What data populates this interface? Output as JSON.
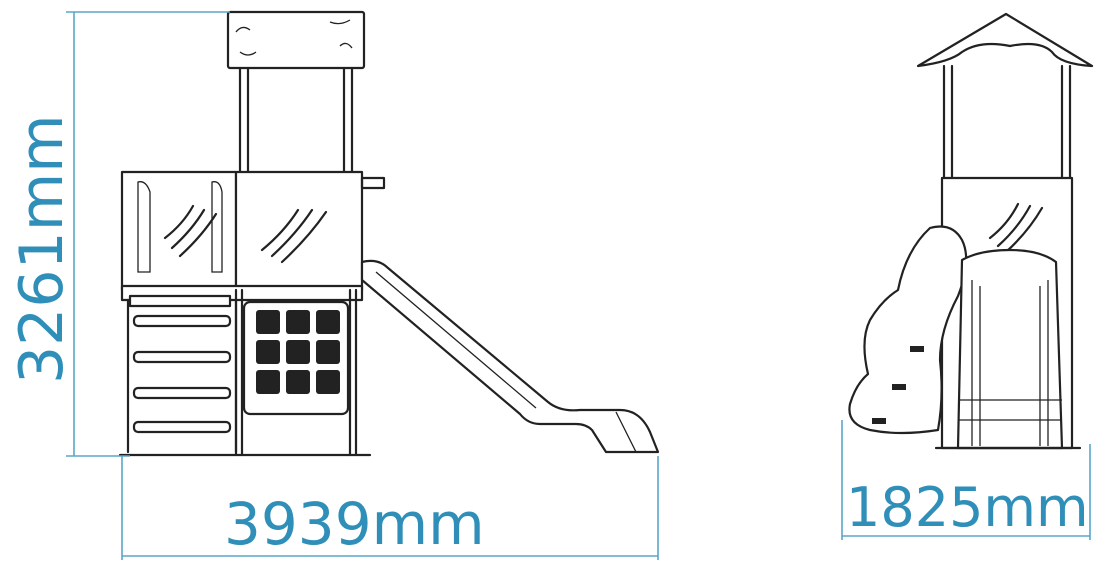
{
  "dimensions": {
    "height_label": "3261mm",
    "width_label": "3939mm",
    "depth_label": "1825mm"
  },
  "colors": {
    "dimension": "#2f8fb8",
    "outline": "#222222"
  }
}
